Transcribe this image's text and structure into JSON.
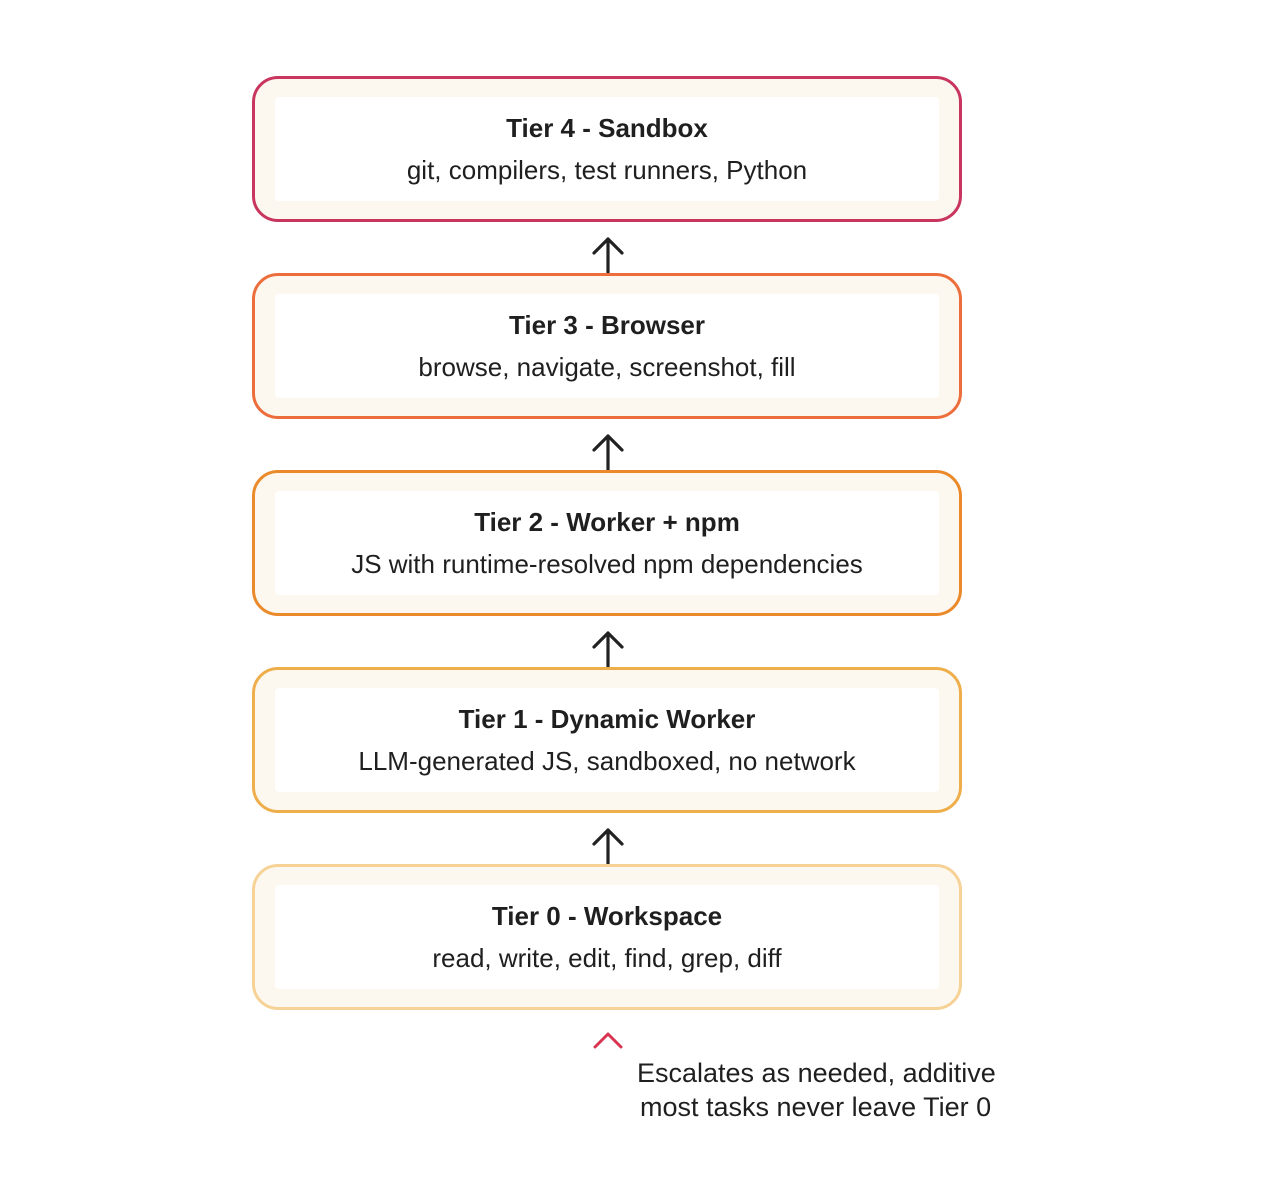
{
  "tiers": [
    {
      "title": "Tier 4 - Sandbox",
      "desc": "git, compilers, test runners, Python",
      "border_color": "#c8365f"
    },
    {
      "title": "Tier 3 - Browser",
      "desc": "browse, navigate, screenshot, fill",
      "border_color": "#ec6e3c"
    },
    {
      "title": "Tier 2 - Worker + npm",
      "desc": "JS with runtime-resolved npm dependencies",
      "border_color": "#ea8a2a"
    },
    {
      "title": "Tier 1 - Dynamic Worker",
      "desc": "LLM-generated JS, sandboxed, no network",
      "border_color": "#eeae4b"
    },
    {
      "title": "Tier 0 - Workspace",
      "desc": "read, write, edit, find, grep, diff",
      "border_color": "#f6d296"
    }
  ],
  "connector_arrow_icon": "arrow-up-icon",
  "legend": {
    "line1": "Escalates as needed, additive",
    "line2": "most tasks never leave Tier 0",
    "arrow_gradient": [
      "#d9344f",
      "#ec7a3d",
      "#f8d694"
    ]
  }
}
